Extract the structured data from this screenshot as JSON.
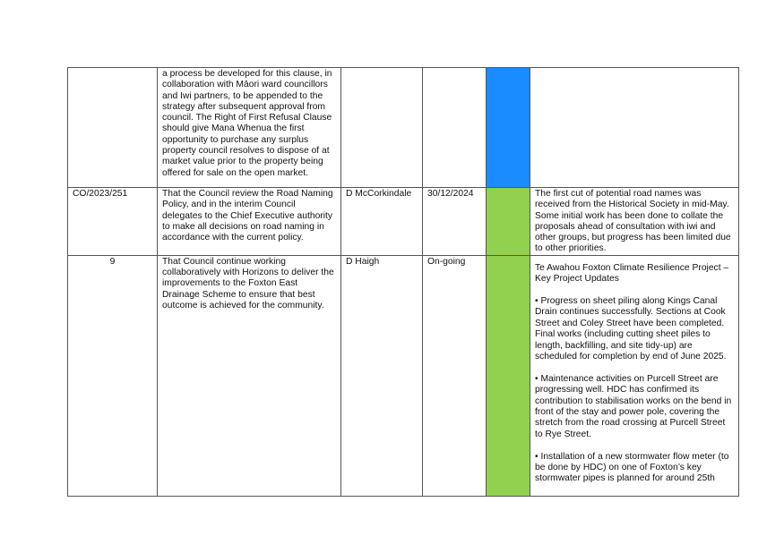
{
  "table": {
    "rows": [
      {
        "ref": "",
        "resolution": "a process be developed for this clause, in collaboration with Māori ward councillors and Iwi partners, to be appended to the strategy after subsequent approval from council.  The Right of First Refusal Clause should give Mana Whenua the first opportunity to purchase any surplus property council resolves to dispose of at market value prior to the property being offered for sale on the open market.",
        "officer": "",
        "date": "",
        "status_color": "#1a8cff",
        "comment": ""
      },
      {
        "ref": "CO/2023/251",
        "resolution": "That the Council review the Road Naming Policy, and in the interim Council delegates to the Chief Executive authority to make all decisions on road naming in accordance with the current policy.",
        "officer": "D McCorkindale",
        "date": "30/12/2024",
        "status_color": "#92d050",
        "comment": "The first cut of potential road names was received from the Historical Society in mid-May. Some initial work has been done to collate the proposals ahead of consultation with iwi and other groups, but progress has been limited due to other priorities."
      },
      {
        "ref": "9",
        "resolution": "That Council continue working collaboratively with Horizons to deliver the improvements to the Foxton East Drainage Scheme to ensure that best outcome is achieved for the community.",
        "officer": "D Haigh",
        "date": "On-going",
        "status_color": "#92d050",
        "comment_paragraphs": [
          "Te Awahou Foxton Climate Resilience Project – Key Project Updates",
          "• Progress on sheet piling along Kings Canal Drain continues successfully. Sections at Cook Street and Coley Street have been completed. Final works (including cutting sheet piles to length, backfilling, and site tidy-up) are scheduled for completion by end of June 2025.",
          "• Maintenance activities on Purcell Street are progressing well. HDC has confirmed its contribution to stabilisation works on the bend in front of the stay and power pole, covering the stretch from the road crossing at Purcell Street to Rye Street.",
          "• Installation of a new stormwater flow meter (to be done by HDC) on one of Foxton’s key stormwater pipes is planned for around 25th"
        ]
      }
    ]
  }
}
